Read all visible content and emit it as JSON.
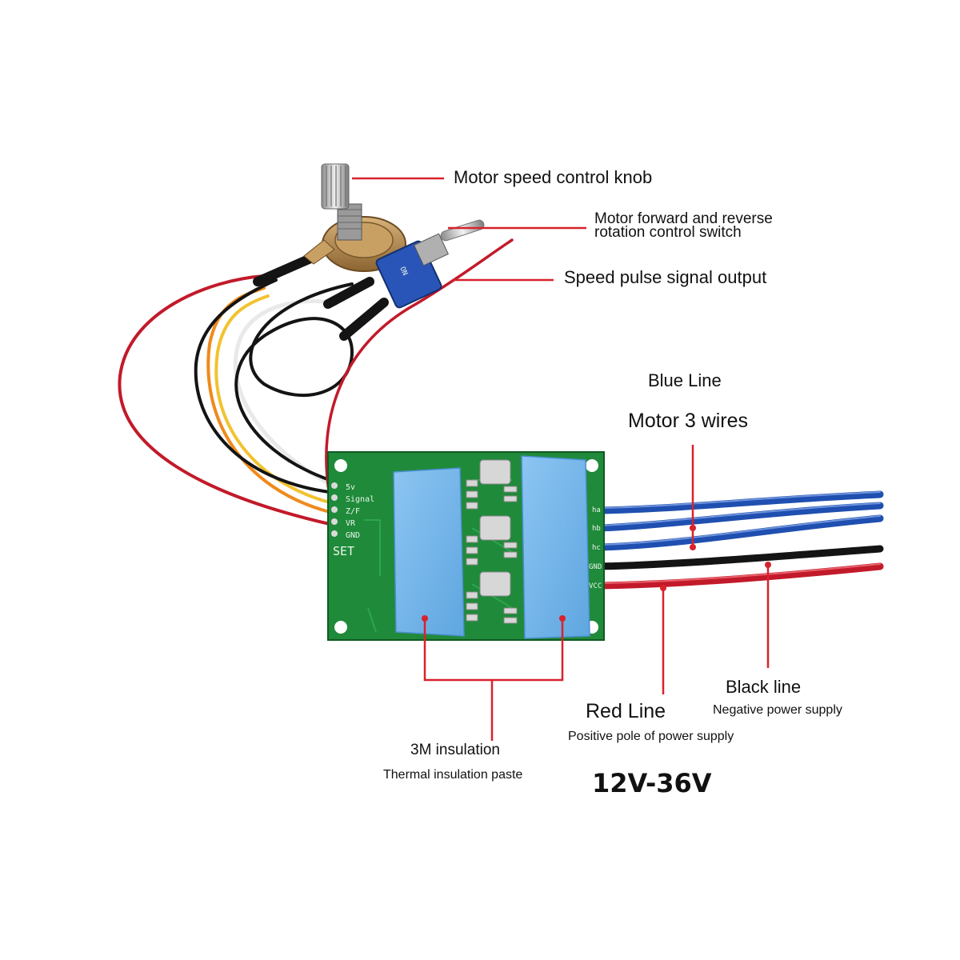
{
  "labels": {
    "knob": "Motor speed control knob",
    "switch_line1": "Motor forward and reverse",
    "switch_line2": "rotation control switch",
    "pulse": "Speed pulse signal output",
    "blue_line": "Blue Line",
    "motor_wires": "Motor 3 wires",
    "black_line": "Black line",
    "black_desc": "Negative power supply",
    "red_line": "Red Line",
    "red_desc": "Positive pole of power supply",
    "insulation": "3M insulation",
    "insulation_desc": "Thermal insulation paste",
    "voltage": "12V-36V"
  },
  "board_silk": {
    "pin_5v": "5v",
    "pin_signal": "Signal",
    "pin_zf": "Z/F",
    "pin_vr": "VR",
    "pin_gnd": "GND",
    "set": "SET",
    "right_pins": [
      "ha",
      "hb",
      "hc",
      "GND",
      "VCC"
    ]
  },
  "colors": {
    "pcb": "#1f8a3a",
    "insulation_pad": "#7ab8ea",
    "blue_wire": "#1f4fb0",
    "red_wire": "#c21a2a",
    "black_wire": "#141414",
    "callout": "#d8222c",
    "orange_wire": "#f08a1c",
    "yellow_wire": "#f2c230"
  }
}
